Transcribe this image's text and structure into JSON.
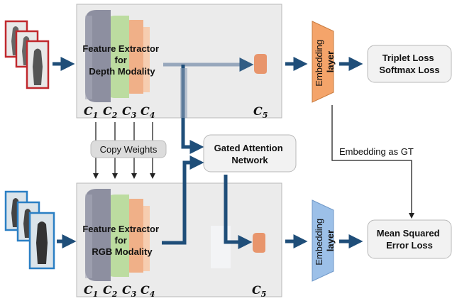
{
  "top_branch": {
    "extractor_label": [
      "Feature Extractor",
      "for",
      "Depth Modality"
    ],
    "conv_labels": [
      "C1",
      "C2",
      "C3",
      "C4"
    ],
    "c5_label": "C5"
  },
  "bottom_branch": {
    "extractor_label": [
      "Feature Extractor",
      "for",
      "RGB Modality"
    ],
    "conv_labels": [
      "C1",
      "C2",
      "C3",
      "C4"
    ],
    "c5_label": "C5"
  },
  "copy_weights": "Copy Weights",
  "gated_attention": [
    "Gated Attention",
    "Network"
  ],
  "embedding_top": [
    "Embedding",
    "layer"
  ],
  "embedding_bottom": [
    "Embedding",
    "layer"
  ],
  "triplet_loss": [
    "Triplet Loss",
    "Softmax Loss"
  ],
  "mse_loss": [
    "Mean Squared",
    "Error Loss"
  ],
  "embedding_gt": "Embedding as GT",
  "colors": {
    "arrow": "#1f4e79",
    "panel": "#ebebeb",
    "embed_top": "#f4a46a",
    "embed_bottom": "#9cc0e8",
    "depth_frame": "#c0282d",
    "rgb_frame": "#2a7fc4",
    "c5_block": "#e8956c",
    "layer_gray": "#8d8fa0",
    "layer_green": "#bcdca0",
    "layer_orange": "#f0b088"
  }
}
